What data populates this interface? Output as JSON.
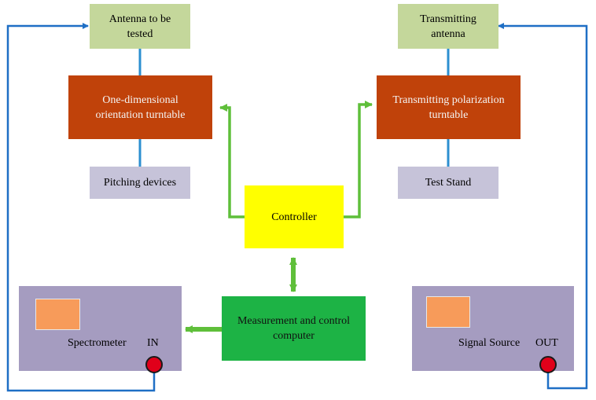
{
  "nodes": {
    "antenna_under_test": "Antenna to be tested",
    "transmitting_antenna": "Transmitting antenna",
    "orientation_turntable": "One-dimensional orientation turntable",
    "polarization_turntable": "Transmitting polarization turntable",
    "pitching_devices": "Pitching devices",
    "test_stand": "Test Stand",
    "controller": "Controller",
    "computer": "Measurement and control computer",
    "spectrometer": {
      "label": "Spectrometer",
      "port": "IN"
    },
    "signal_source": {
      "label": "Signal Source",
      "port": "OUT"
    }
  },
  "colors": {
    "light_green": "#c4d79b",
    "rust": "#c0420a",
    "lavender": "#c6c3d9",
    "yellow": "#ffff00",
    "dark_green": "#1db345",
    "device": "#a59cc0",
    "screen": "#f79b5a",
    "port": "#e0001a",
    "blue_line": "#1f6fc5",
    "green_arrow": "#5fbf3a"
  }
}
